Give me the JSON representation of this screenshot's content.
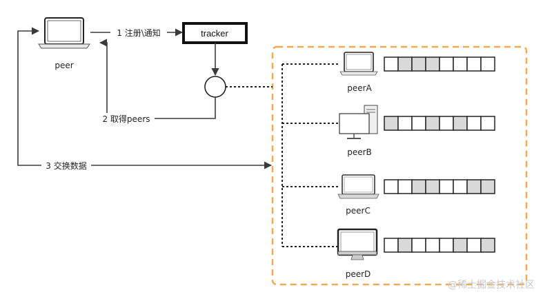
{
  "tracker": {
    "label": "tracker"
  },
  "local_peer": {
    "label": "peer"
  },
  "steps": {
    "step1": "1 注册\\通知",
    "step2": "2 取得peers",
    "step3": "3 交换数据"
  },
  "swarm_peers": [
    {
      "label": "peerA",
      "device": "laptop-icon",
      "pieces": [
        0,
        1,
        1,
        1,
        0,
        0,
        0,
        0
      ]
    },
    {
      "label": "peerB",
      "device": "desktop-tower-icon",
      "pieces": [
        1,
        0,
        0,
        1,
        0,
        1,
        0,
        0
      ]
    },
    {
      "label": "peerC",
      "device": "laptop-icon",
      "pieces": [
        0,
        0,
        1,
        1,
        0,
        0,
        1,
        1
      ]
    },
    {
      "label": "peerD",
      "device": "monitor-icon",
      "pieces": [
        0,
        1,
        0,
        0,
        0,
        1,
        0,
        1
      ]
    }
  ],
  "watermark": "@稀土掘金技术社区",
  "colors": {
    "swarm_border": "#f5a94e",
    "piece_filled": "#d9d9d9",
    "piece_empty": "#ffffff",
    "line": "#3a3a3a"
  }
}
